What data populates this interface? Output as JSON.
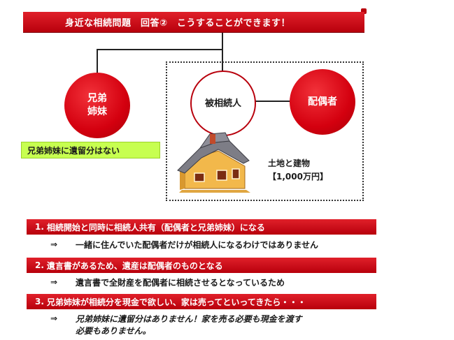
{
  "title": "身近な相続問題　回答②　こうすることができます！",
  "diagram": {
    "siblings": [
      "兄弟",
      "姉妹"
    ],
    "deceased": "被相続人",
    "spouse": "配偶者",
    "siblings_note": "兄弟姉妹に遺留分はない",
    "asset_line1": "土地と建物",
    "asset_line2": "【1,000万円】"
  },
  "points": [
    {
      "number": "1.",
      "heading": "相続開始と同時に相続人共有（配偶者と兄弟姉妹）になる",
      "arrow": "⇒",
      "detail_lines": [
        "一緒に住んでいた配偶者だけが相続人になるわけではありません"
      ]
    },
    {
      "number": "2.",
      "heading": "遺言書があるため、遺産は配偶者のものとなる",
      "arrow": "⇒",
      "detail_lines": [
        "遺言書で全財産を配偶者に相続させるとなっているため"
      ]
    },
    {
      "number": "3.",
      "heading": "兄弟姉妹が相続分を現金で欲しい、家は売ってといってきたら・・・",
      "arrow": "⇒",
      "detail_lines": [
        "兄弟姉妹に遺留分はありません！家を売る必要も現金を渡す",
        "必要もありません。"
      ]
    }
  ],
  "colors": {
    "red": "#d4000f",
    "green": "#c7ff50",
    "white": "#ffffff"
  },
  "icons": [
    "house-icon"
  ]
}
